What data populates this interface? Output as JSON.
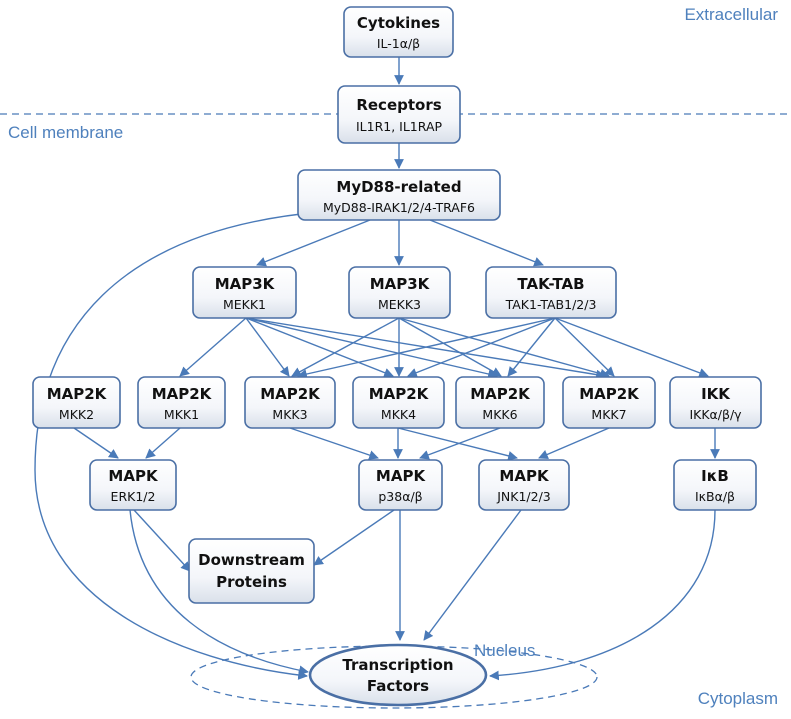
{
  "regions": {
    "extracellular": "Extracellular",
    "cell_membrane": "Cell membrane",
    "nucleus": "Nucleus",
    "cytoplasm": "Cytoplasm"
  },
  "nodes": {
    "cytokines": {
      "title": "Cytokines",
      "sub": "IL-1α/β"
    },
    "receptors": {
      "title": "Receptors",
      "sub": "IL1R1, IL1RAP"
    },
    "myd88": {
      "title": "MyD88-related",
      "sub": "MyD88-IRAK1/2/4-TRAF6"
    },
    "map3k_mekk1": {
      "title": "MAP3K",
      "sub": "MEKK1"
    },
    "map3k_mekk3": {
      "title": "MAP3K",
      "sub": "MEKK3"
    },
    "tak_tab": {
      "title": "TAK-TAB",
      "sub": "TAK1-TAB1/2/3"
    },
    "map2k_mkk2": {
      "title": "MAP2K",
      "sub": "MKK2"
    },
    "map2k_mkk1": {
      "title": "MAP2K",
      "sub": "MKK1"
    },
    "map2k_mkk3": {
      "title": "MAP2K",
      "sub": "MKK3"
    },
    "map2k_mkk4": {
      "title": "MAP2K",
      "sub": "MKK4"
    },
    "map2k_mkk6": {
      "title": "MAP2K",
      "sub": "MKK6"
    },
    "map2k_mkk7": {
      "title": "MAP2K",
      "sub": "MKK7"
    },
    "ikk": {
      "title": "IKK",
      "sub": "IKKα/β/γ"
    },
    "mapk_erk": {
      "title": "MAPK",
      "sub": "ERK1/2"
    },
    "mapk_p38": {
      "title": "MAPK",
      "sub": "p38α/β"
    },
    "mapk_jnk": {
      "title": "MAPK",
      "sub": "JNK1/2/3"
    },
    "ikb": {
      "title": "IκB",
      "sub": "IκBα/β"
    },
    "downstream": {
      "title": "Downstream",
      "sub": "Proteins"
    },
    "tf": {
      "title": "Transcription",
      "sub": "Factors"
    }
  },
  "colors": {
    "accent": "#4a7ab8",
    "box_border": "#4a6fa5",
    "region_text": "#4f81bd"
  }
}
